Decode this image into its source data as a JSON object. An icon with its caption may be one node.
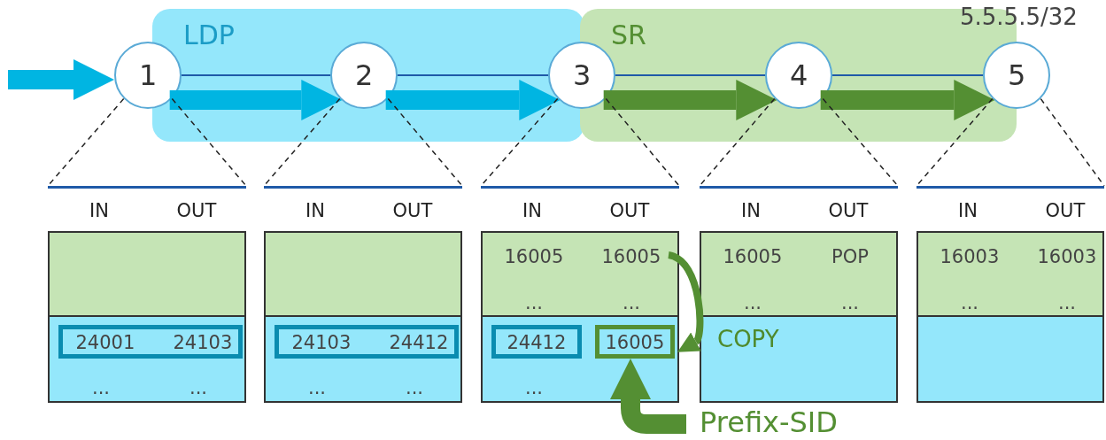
{
  "diagram": {
    "nodes": [
      {
        "text": [
          "LDP"
        ]
      },
      {
        "text": [
          "SR"
        ]
      },
      {
        "text": [
          "1"
        ]
      },
      {
        "text": [
          "2"
        ],
        "in": 0
      },
      {
        "text": [
          "3"
        ]
      },
      {
        "text": [
          "4"
        ],
        "in": 1
      },
      {
        "text": [
          "5"
        ],
        "beside": [
          "5.5.5.5/32"
        ]
      },
      {
        "text": [
          "IN",
          "OUT"
        ]
      },
      {
        "text": [],
        "shape": "box",
        "in": 7
      },
      {
        "text": [
          "...",
          "..."
        ],
        "in": 7
      },
      {
        "text": [
          "24001",
          "24103"
        ],
        "in": 9
      },
      {
        "text": [
          "IN",
          "OUT"
        ]
      },
      {
        "text": [],
        "shape": "box",
        "in": 11
      },
      {
        "text": [
          "...",
          "..."
        ],
        "in": 11
      },
      {
        "text": [
          "24103",
          "24412"
        ],
        "in": 13
      },
      {
        "text": [
          "IN",
          "OUT"
        ]
      },
      {
        "text": [
          "16005",
          "16005",
          "...",
          "..."
        ],
        "in": 15
      },
      {
        "text": [
          "..."
        ],
        "in": 15
      },
      {
        "text": [
          "24412"
        ],
        "in": 17
      },
      {
        "text": [
          "16005"
        ],
        "in": 17
      },
      {
        "text": [
          "IN",
          "OUT"
        ]
      },
      {
        "text": [
          "16005",
          "POP",
          "...",
          "..."
        ],
        "in": 20
      },
      {
        "text": [
          "COPY"
        ],
        "in": 20
      },
      {
        "text": [
          "IN",
          "OUT"
        ]
      },
      {
        "text": [
          "16003",
          "16003",
          "...",
          "..."
        ],
        "in": 23
      },
      {
        "text": [],
        "shape": "box",
        "in": 23
      },
      {
        "text": [
          "Prefix-SID"
        ]
      }
    ],
    "edges": [
      {
        "from": null,
        "to": 2,
        "arrow": "to",
        "style": "thick",
        "color": "#00b5e2"
      },
      {
        "from": 2,
        "to": 3,
        "arrow": "none",
        "color": "#1f5aa8"
      },
      {
        "from": 3,
        "to": 4,
        "arrow": "none",
        "color": "#1f5aa8"
      },
      {
        "from": 4,
        "to": 5,
        "arrow": "none",
        "color": "#1f5aa8"
      },
      {
        "from": 5,
        "to": 6,
        "arrow": "none",
        "color": "#1f5aa8"
      },
      {
        "from": 2,
        "to": 3,
        "arrow": "to",
        "style": "thick",
        "color": "#00b5e2"
      },
      {
        "from": 3,
        "to": 4,
        "arrow": "to",
        "style": "thick",
        "color": "#00b5e2"
      },
      {
        "from": 4,
        "to": 5,
        "arrow": "to",
        "style": "thick",
        "color": "#548f33"
      },
      {
        "from": 5,
        "to": 6,
        "arrow": "to",
        "style": "thick",
        "color": "#548f33"
      },
      {
        "from": 2,
        "to": 7,
        "arrow": "none",
        "style": "dashed"
      },
      {
        "from": 2,
        "to": 7,
        "arrow": "none",
        "style": "dashed"
      },
      {
        "from": 3,
        "to": 11,
        "arrow": "none",
        "style": "dashed"
      },
      {
        "from": 3,
        "to": 11,
        "arrow": "none",
        "style": "dashed"
      },
      {
        "from": 4,
        "to": 15,
        "arrow": "none",
        "style": "dashed"
      },
      {
        "from": 4,
        "to": 15,
        "arrow": "none",
        "style": "dashed"
      },
      {
        "from": 5,
        "to": 20,
        "arrow": "none",
        "style": "dashed"
      },
      {
        "from": 5,
        "to": 20,
        "arrow": "none",
        "style": "dashed"
      },
      {
        "from": 6,
        "to": 23,
        "arrow": "none",
        "style": "dashed"
      },
      {
        "from": 6,
        "to": 23,
        "arrow": "none",
        "style": "dashed"
      },
      {
        "from": 16,
        "to": 19,
        "arrow": "to",
        "style": "thick",
        "color": "#548f33"
      },
      {
        "from": 26,
        "to": 19,
        "arrow": "to",
        "style": "thick",
        "color": "#548f33"
      }
    ]
  }
}
